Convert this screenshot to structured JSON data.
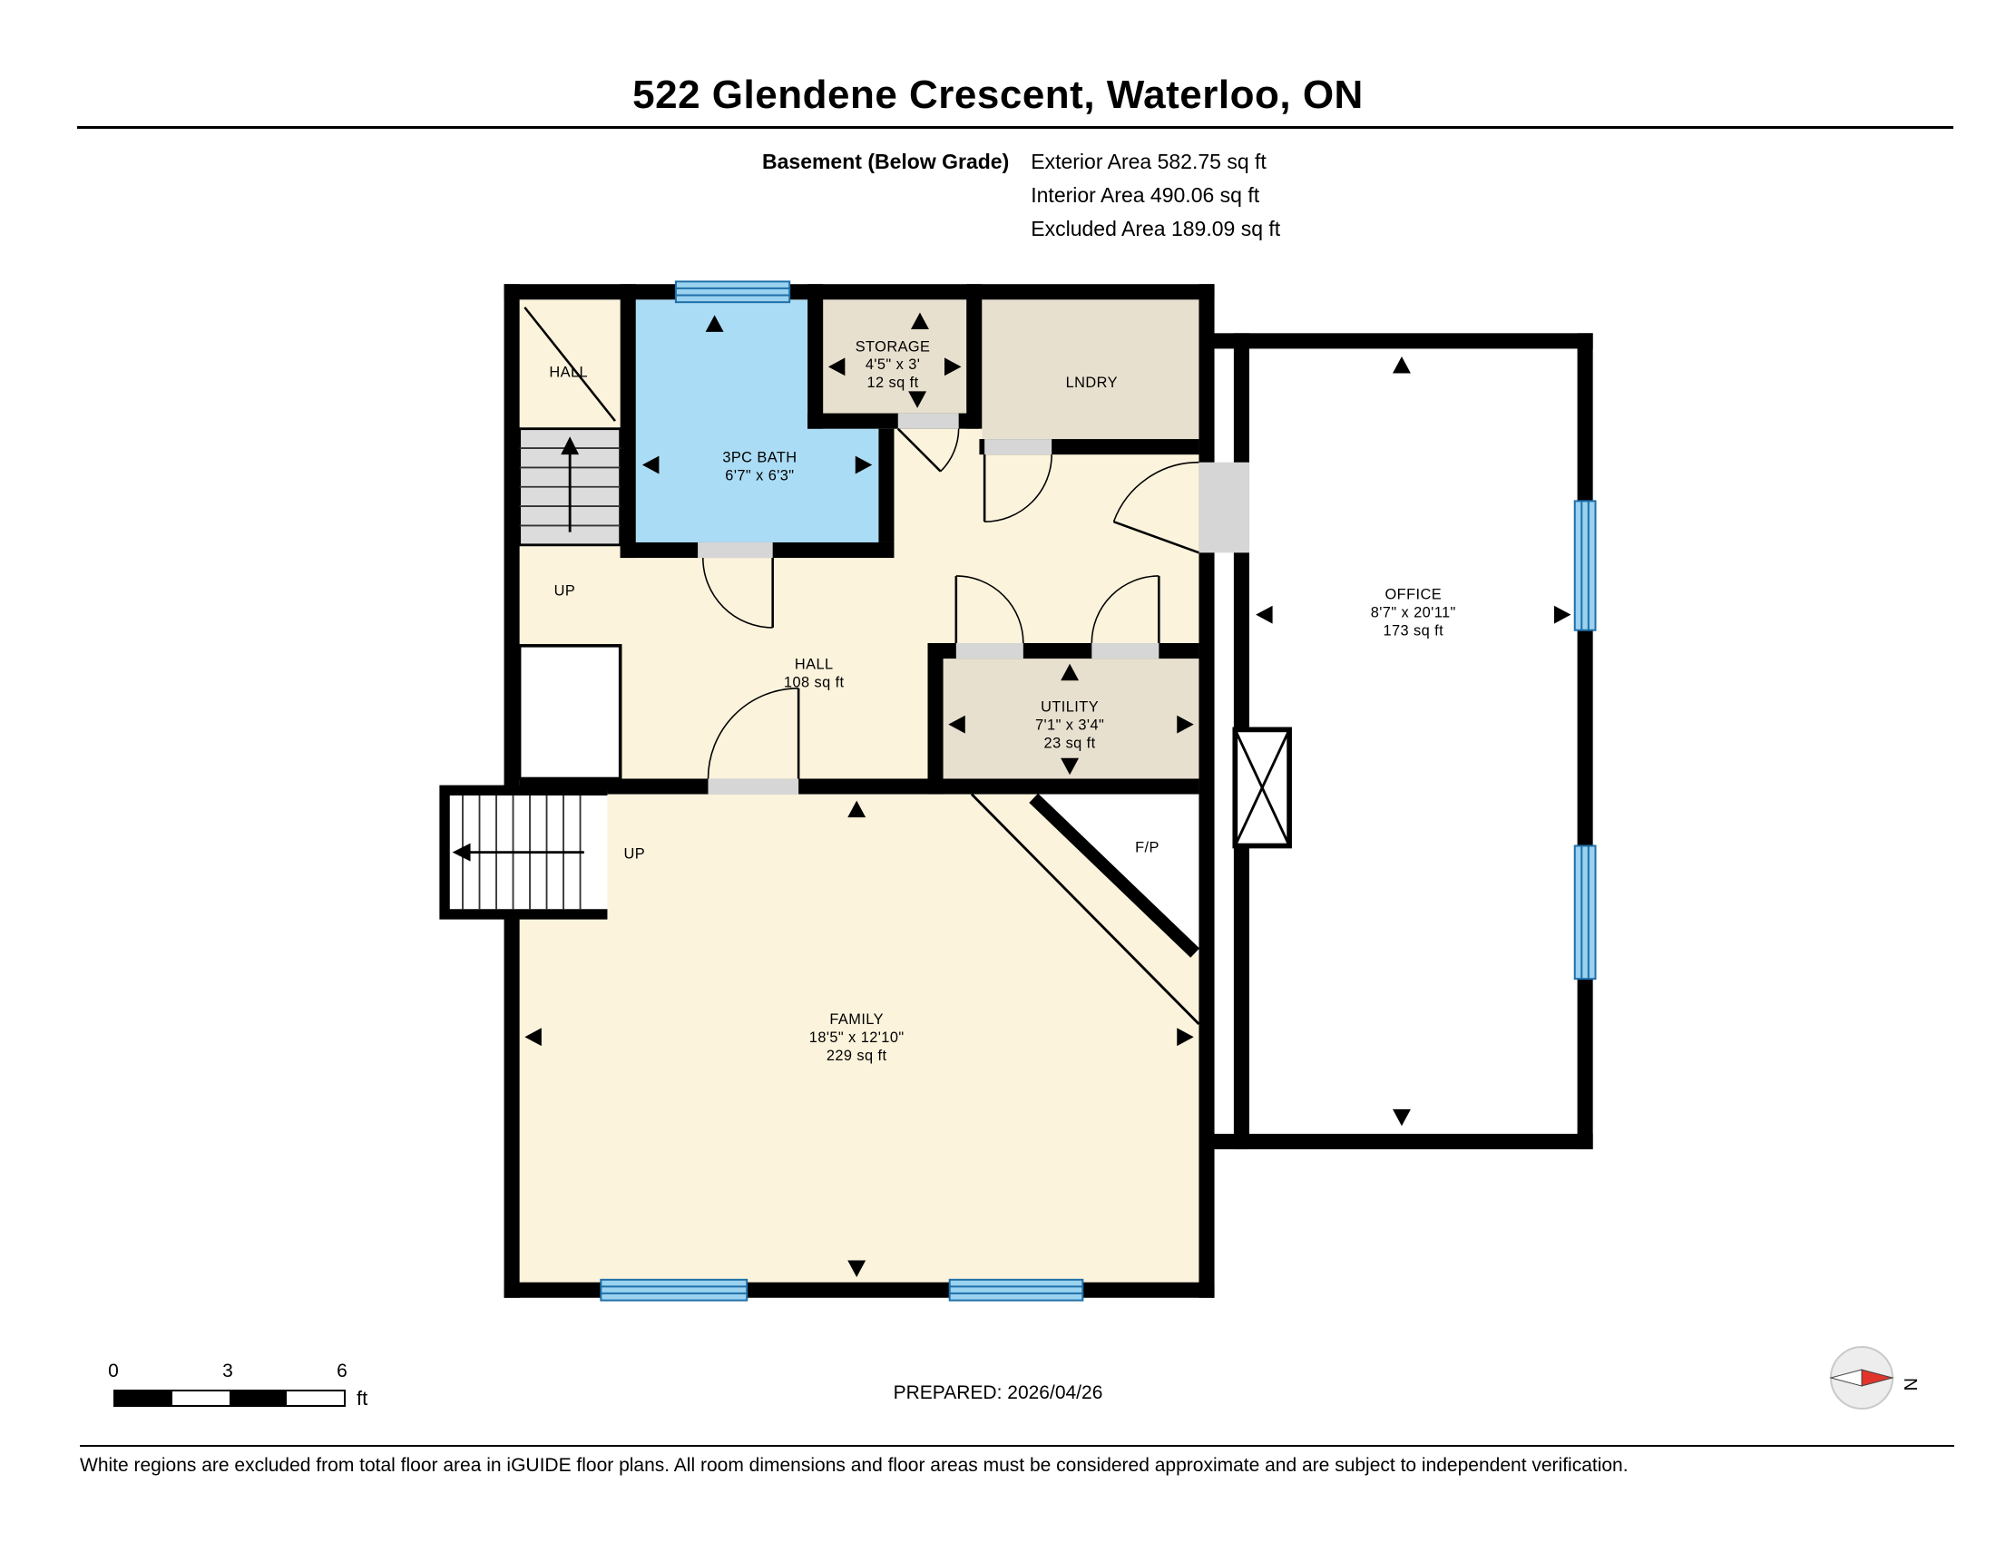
{
  "header": {
    "title": "522 Glendene Crescent, Waterloo, ON",
    "floor_label": "Basement (Below Grade)",
    "areas": [
      "Exterior Area 582.75 sq ft",
      "Interior Area 490.06 sq ft",
      "Excluded Area 189.09 sq ft"
    ]
  },
  "plan": {
    "rooms": {
      "hall_upper": {
        "name": "HALL"
      },
      "bath": {
        "name": "3PC BATH",
        "dims": "6'7\" x 6'3\""
      },
      "storage": {
        "name": "STORAGE",
        "dims": "4'5\" x 3'",
        "area": "12 sq ft"
      },
      "laundry": {
        "name": "LNDRY"
      },
      "hall": {
        "name": "HALL",
        "area": "108 sq ft"
      },
      "utility": {
        "name": "UTILITY",
        "dims": "7'1\" x 3'4\"",
        "area": "23 sq ft"
      },
      "family": {
        "name": "FAMILY",
        "dims": "18'5\" x 12'10\"",
        "area": "229 sq ft"
      },
      "office": {
        "name": "OFFICE",
        "dims": "8'7\" x 20'11\"",
        "area": "173 sq ft"
      },
      "fireplace": {
        "name": "F/P"
      }
    },
    "stairs": {
      "upper_label": "UP",
      "lower_label": "UP"
    }
  },
  "footer": {
    "scale_ticks": [
      "0",
      "3",
      "6"
    ],
    "scale_unit": "ft",
    "prepared": "PREPARED: 2026/04/26",
    "compass_north": "N",
    "disclaimer": "White regions are excluded from total floor area in iGUIDE floor plans. All room dimensions and floor areas must be considered approximate and are subject to independent verification."
  },
  "colors": {
    "floor": "#FBF3DC",
    "secondary_room": "#E8E0CF",
    "bath": "#ABDCF5",
    "window": "#9AD2F0",
    "wall": "#000000",
    "excluded": "#FFFFFF"
  }
}
